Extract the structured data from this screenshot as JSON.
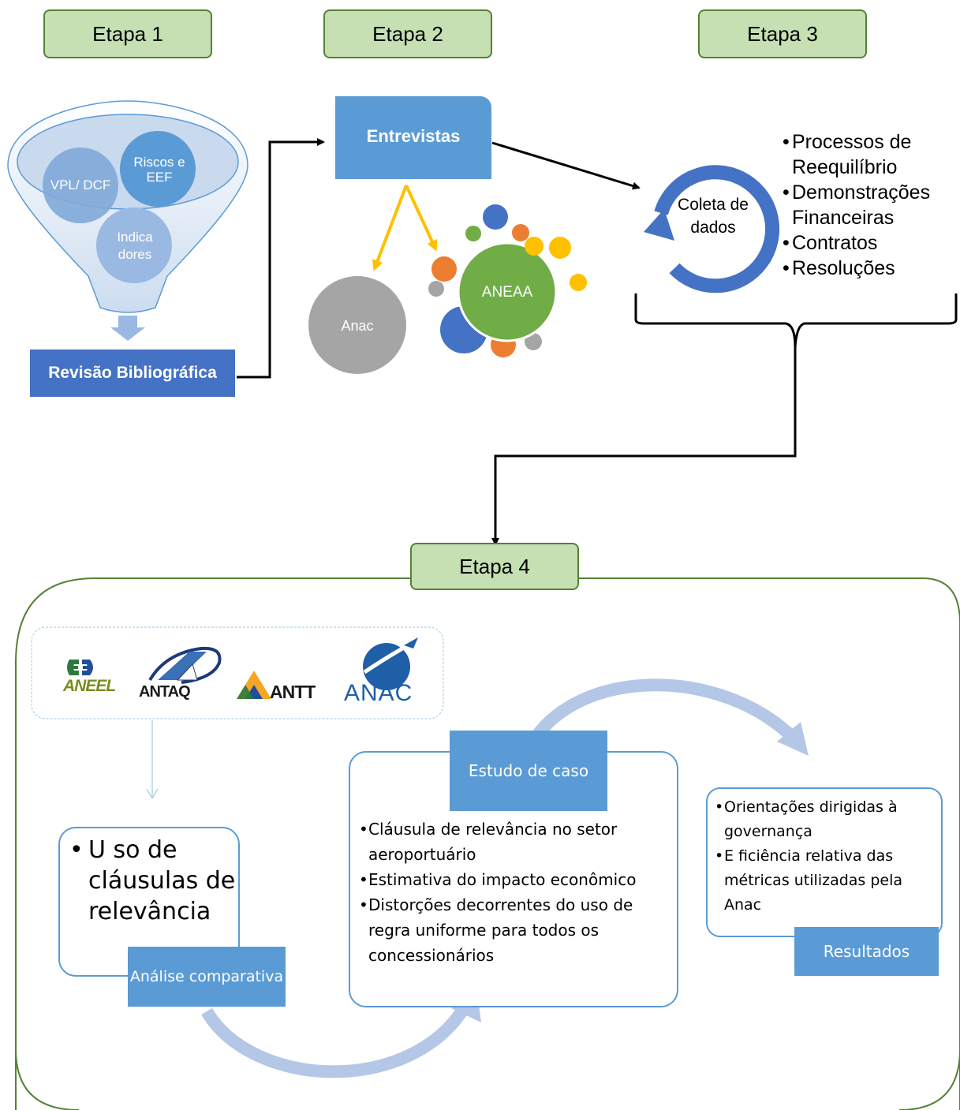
{
  "stages": [
    "Etapa 1",
    "Etapa 2",
    "Etapa 3",
    "Etapa 4"
  ],
  "funnel": {
    "circle_vpl": "VPL/ DCF",
    "circle_riscos": "Riscos e EEF",
    "circle_indicadores": "Indica dores",
    "output_label": "Revisão Bibliográfica"
  },
  "interviews": {
    "box_label": "Entrevistas",
    "anac_label": "Anac",
    "aneaa_label": "ANEAA"
  },
  "data_collection": {
    "cycle_label": "Coleta de dados",
    "items": [
      "Processos de Reequilíbrio",
      "Demonstrações Financeiras",
      "Contratos",
      "Resoluções"
    ]
  },
  "stage4": {
    "logos": [
      "ANEEL",
      "ANTAQ",
      "ANTT",
      "ANAC"
    ],
    "comparative": {
      "bullet": "U so de cláusulas de relevância",
      "label": "Análise comparativa"
    },
    "case_study": {
      "label": "Estudo de caso",
      "bullets": [
        "Cláusula de relevância no setor aeroportuário",
        "Estimativa do impacto econômico",
        "Distorções decorrentes do uso de regra uniforme para todos os concessionários"
      ]
    },
    "results": {
      "label": "Resultados",
      "bullets": [
        "Orientações dirigidas à governança",
        "E ficiência relativa das métricas utilizadas pela Anac"
      ]
    }
  },
  "colors": {
    "stage_fill": "#c6e0b4",
    "stage_border": "#548235",
    "blue": "#5b9bd5",
    "dark_blue": "#4472c4",
    "light_blue": "#b4c7e7",
    "green": "#70ad47",
    "orange": "#ed7d31",
    "gold": "#ffc000",
    "gray": "#a5a5a5"
  }
}
